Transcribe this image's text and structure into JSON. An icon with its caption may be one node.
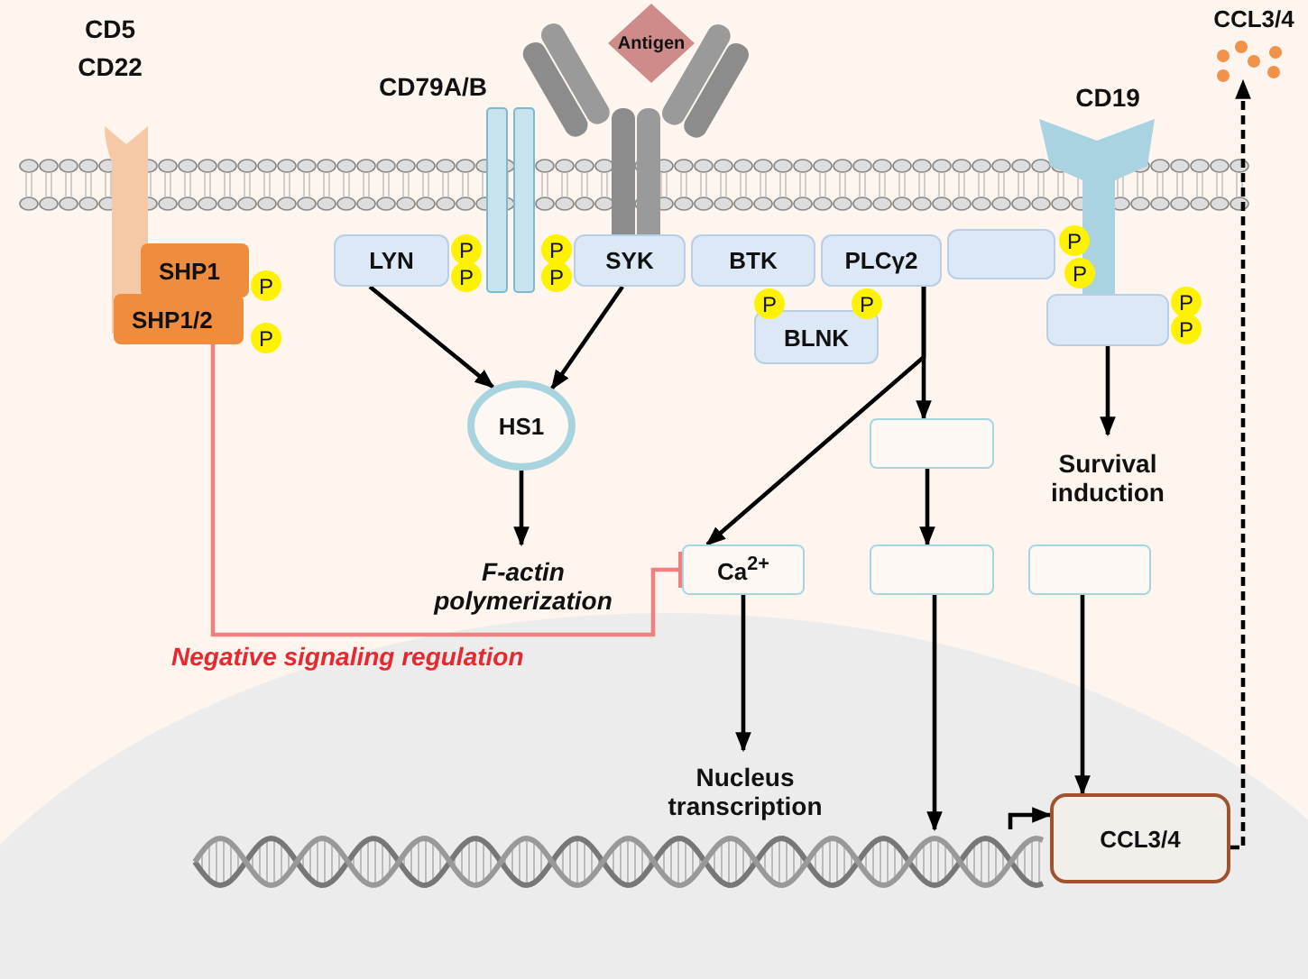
{
  "diagram": {
    "nodes": [
      {
        "text": [
          "Antigen"
        ]
      },
      {
        "text": [
          "CCL3/4"
        ]
      },
      {
        "text": [
          "SHP1"
        ],
        "beside": [
          "P"
        ]
      },
      {
        "text": [
          "SHP1/2"
        ],
        "beside": [
          "P"
        ]
      },
      {
        "text": [
          "LYN"
        ],
        "beside": [
          "P",
          "P"
        ]
      },
      {
        "text": [
          "SYK"
        ],
        "beside": [
          "P",
          "P"
        ]
      },
      {
        "text": [
          "BTK"
        ],
        "beside": [
          "P"
        ]
      },
      {
        "text": [
          "PLCγ2"
        ],
        "beside": [
          "P"
        ]
      },
      {
        "text": [],
        "shape": "box",
        "beside": [
          "P",
          "P"
        ]
      },
      {
        "text": [
          "BLNK"
        ]
      },
      {
        "text": [],
        "shape": "box",
        "beside": [
          "P",
          "P"
        ]
      },
      {
        "text": [
          "HS1"
        ]
      },
      {
        "text": [],
        "shape": "box"
      },
      {
        "text": [
          "Survival induction"
        ]
      },
      {
        "text": [
          "F-actin polymerization"
        ]
      },
      {
        "text": [
          "Ca$^{2+}$"
        ]
      },
      {
        "text": [],
        "shape": "box"
      },
      {
        "text": [],
        "shape": "box"
      },
      {
        "text": [
          "Nucleus transcription"
        ]
      },
      {
        "text": [
          "CCL3/4"
        ]
      },
      {
        "text": [],
        "shape": "picture"
      }
    ],
    "edges": [
      {
        "from": 4,
        "to": 11,
        "arrow": "to"
      },
      {
        "from": 5,
        "to": 11,
        "arrow": "to"
      },
      {
        "from": 11,
        "to": 14,
        "arrow": "to"
      },
      {
        "from": 7,
        "to": 12,
        "arrow": "to"
      },
      {
        "from": 7,
        "to": 15,
        "arrow": "to"
      },
      {
        "from": 10,
        "to": 13,
        "arrow": "to"
      },
      {
        "from": 12,
        "to": 16,
        "arrow": "to"
      },
      {
        "from": 3,
        "to": 15,
        "arrow": "other",
        "label": "Negative signaling regulation",
        "color": "#f08080"
      },
      {
        "from": 15,
        "to": 18,
        "arrow": "to"
      },
      {
        "from": 16,
        "to": 20,
        "arrow": "to"
      },
      {
        "from": 17,
        "to": 19,
        "arrow": "to"
      },
      {
        "from": 20,
        "to": 19,
        "arrow": "to"
      },
      {
        "from": 19,
        "to": 1,
        "arrow": "to",
        "style": "dashed"
      }
    ],
    "labels": [
      "CD5 CD22",
      "CD79A/B",
      "CD19"
    ]
  }
}
